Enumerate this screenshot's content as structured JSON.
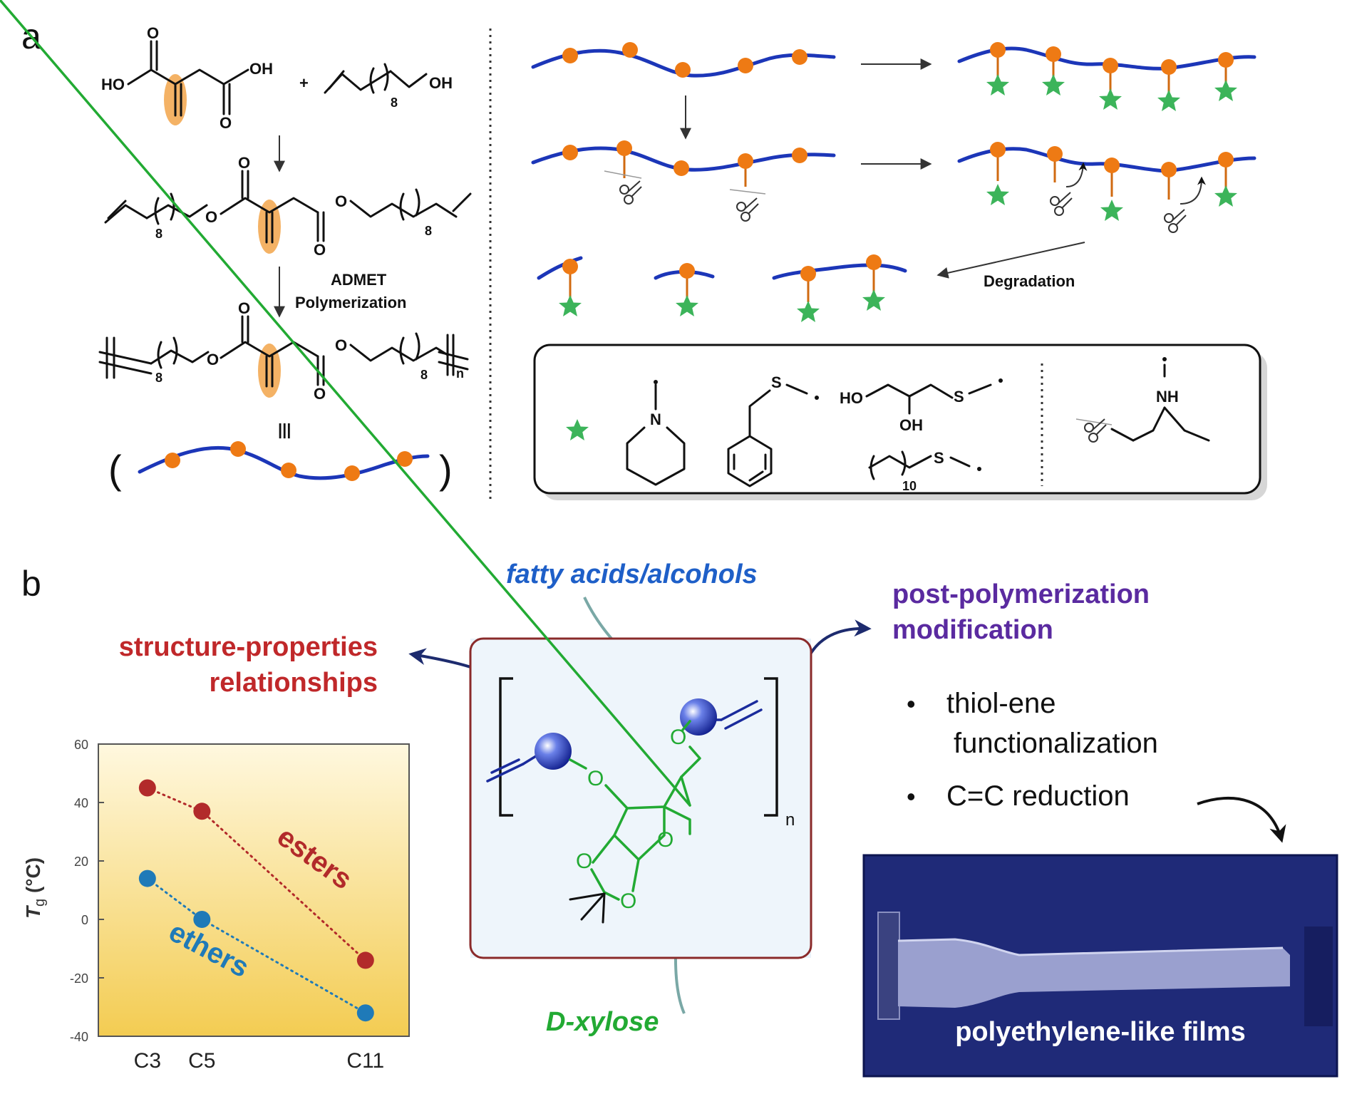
{
  "panel_a": {
    "label": "a",
    "monomer": {
      "acid_left": "HO",
      "acid_right": "OH",
      "plus": "+",
      "alcohol_oh": "OH",
      "subscript_8": "8"
    },
    "diene": {
      "subscript_8": "8"
    },
    "admet_line1": "ADMET",
    "admet_line2": "Polymerization",
    "polymer": {
      "subscript_8": "8",
      "subscript_n": "n",
      "equiv": "|||"
    },
    "degradation_label": "Degradation",
    "legend": {
      "piperidine_n": "N",
      "benzyl_s": "S",
      "glycerol_ho": "HO",
      "glycerol_oh": "OH",
      "glycerol_s": "S",
      "dodecyl_s": "S",
      "dodecyl_sub": "10",
      "amine_nh": "NH"
    }
  },
  "panel_b": {
    "label": "b",
    "fatty_label": "fatty acids/alcohols",
    "xylose_label": "D-xylose",
    "spr_line1": "structure-properties",
    "spr_line2": "relationships",
    "ppm_line1": "post-polymerization",
    "ppm_line2": "modification",
    "bullet1_line1": "thiol-ene",
    "bullet1_line2": "functionalization",
    "bullet2": "C=C reduction",
    "film_label": "polyethylene-like films",
    "repeat_n": "n"
  },
  "colors": {
    "chain_blue": "#1c36b8",
    "dot_orange": "#ee7a14",
    "star_green": "#3cb45a",
    "text_red": "#c0282a",
    "text_purple": "#5a2aa0",
    "text_blue": "#1e5fc8",
    "text_green": "#22aa33",
    "ester_red": "#b22a2a",
    "ether_blue": "#1f7ab8"
  },
  "chart_data": {
    "type": "scatter",
    "ylabel": "Tg (°C)",
    "yticks": [
      "60",
      "40",
      "20",
      "0",
      "-20",
      "-40"
    ],
    "ylim": [
      -40,
      60
    ],
    "categories": [
      "C3",
      "C5",
      "C11"
    ],
    "x": [
      3,
      5,
      11
    ],
    "series": [
      {
        "name": "esters",
        "values": [
          45,
          37,
          -14
        ]
      },
      {
        "name": "ethers",
        "values": [
          14,
          0,
          -32
        ]
      }
    ]
  }
}
